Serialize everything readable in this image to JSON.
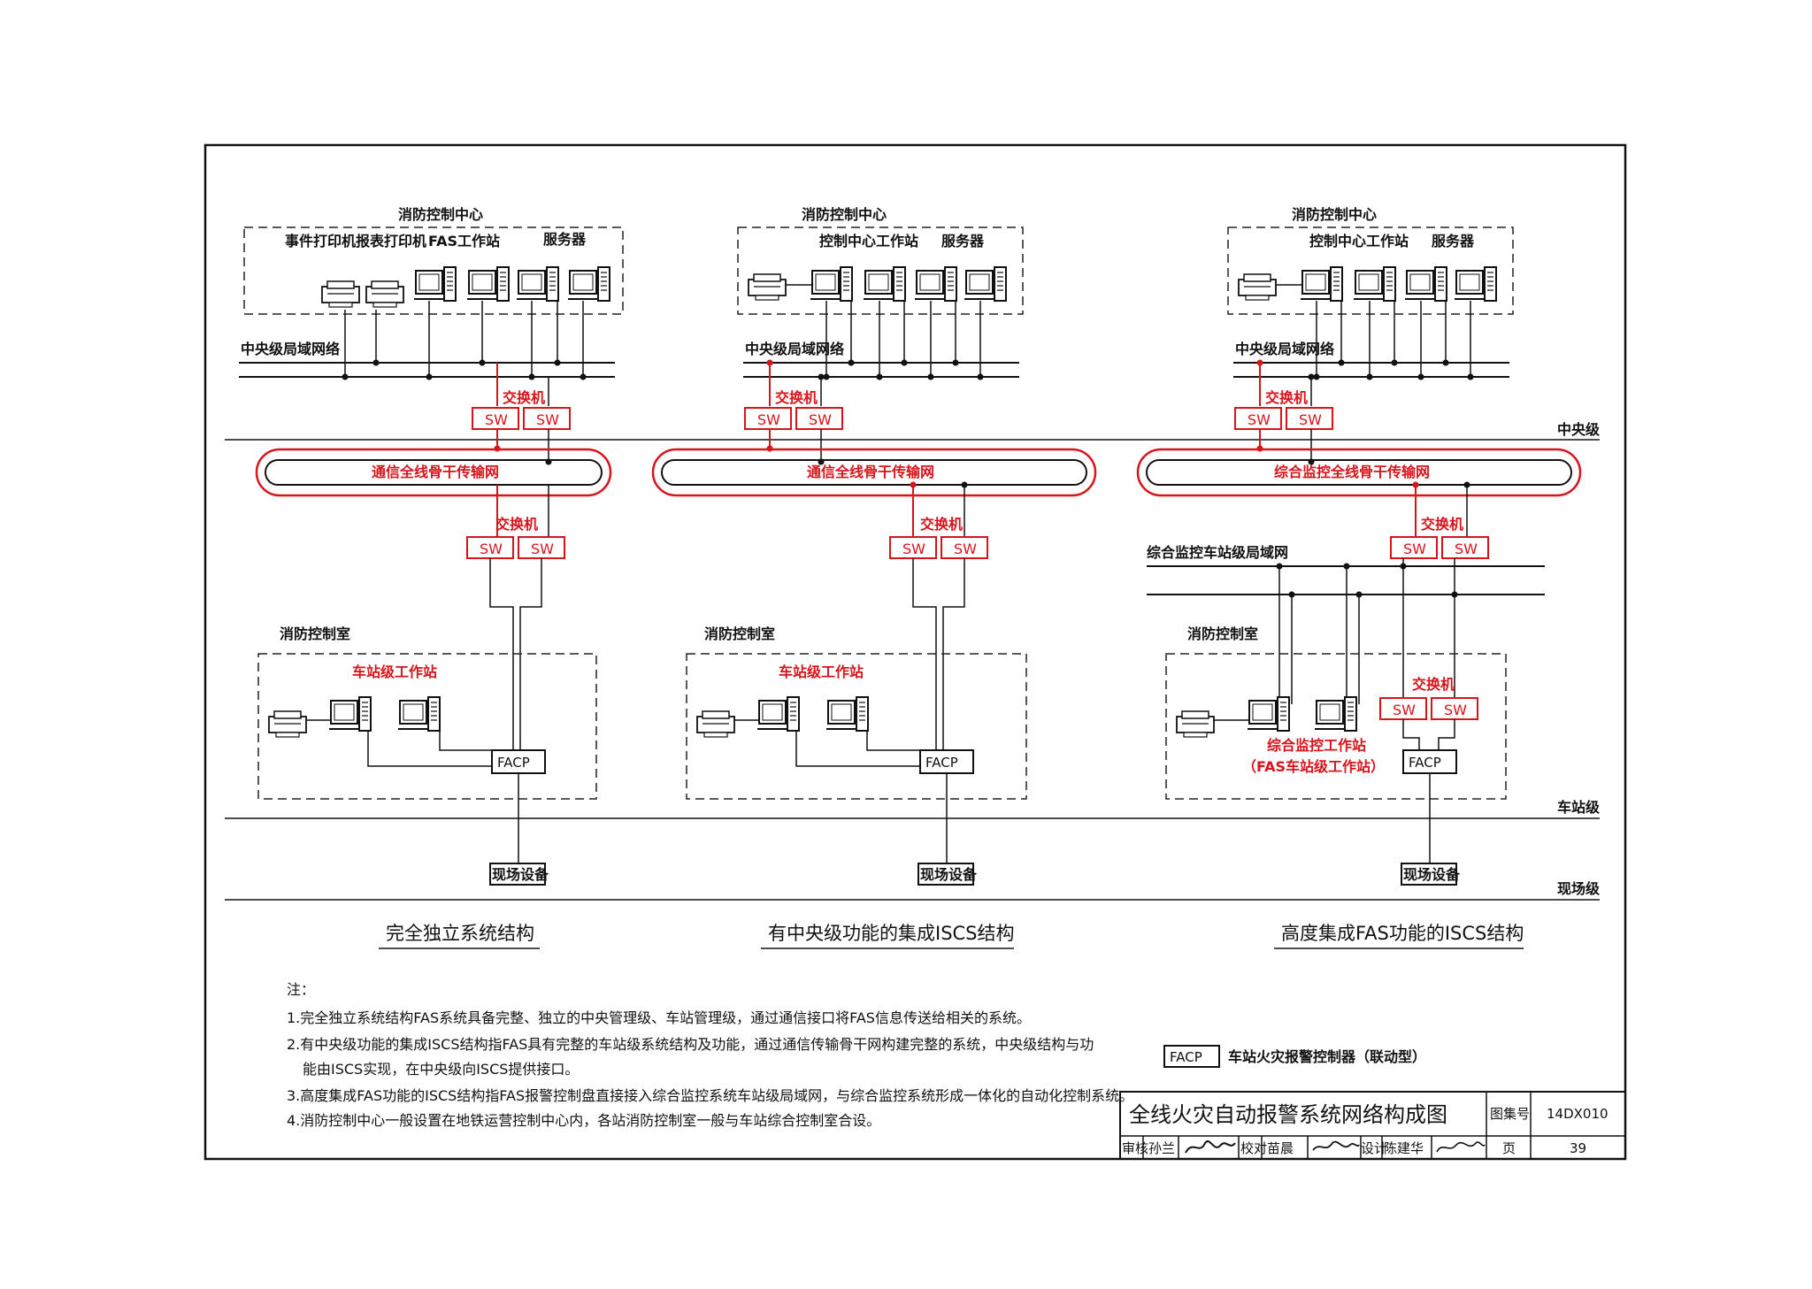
{
  "sheet_title": "全线火灾自动报警系统网络构成图",
  "levels": {
    "central": "中央级",
    "station": "车站级",
    "field": "现场级"
  },
  "panels": [
    {
      "center_label": "消防控制中心",
      "device_labels": [
        "事件打印机",
        "报表打印机",
        "FAS工作站",
        "服务器"
      ],
      "lan_label": "中央级局域网络",
      "top_switch_label": "交换机",
      "sw1": "SW",
      "sw2": "SW",
      "ring_label": "通信全线骨干传输网",
      "bottom_switch_label": "交换机",
      "sw3": "SW",
      "sw4": "SW",
      "room_label": "消防控制室",
      "station_ws_label": "车站级工作站",
      "facp": "FACP",
      "field_device": "现场设备",
      "caption": "完全独立系统结构"
    },
    {
      "center_label": "消防控制中心",
      "device_labels": [
        "控制中心工作站",
        "服务器"
      ],
      "lan_label": "中央级局域网络",
      "top_switch_label": "交换机",
      "sw1": "SW",
      "sw2": "SW",
      "ring_label": "通信全线骨干传输网",
      "bottom_switch_label": "交换机",
      "sw3": "SW",
      "sw4": "SW",
      "room_label": "消防控制室",
      "station_ws_label": "车站级工作站",
      "facp": "FACP",
      "field_device": "现场设备",
      "caption": "有中央级功能的集成ISCS结构"
    },
    {
      "center_label": "消防控制中心",
      "device_labels": [
        "控制中心工作站",
        "服务器"
      ],
      "lan_label": "中央级局域网络",
      "top_switch_label": "交换机",
      "sw1": "SW",
      "sw2": "SW",
      "ring_label": "综合监控全线骨干传输网",
      "bottom_switch_label": "交换机",
      "sw3": "SW",
      "sw4": "SW",
      "station_lan_label": "综合监控车站级局域网",
      "room_label": "消防控制室",
      "room_switch_label": "交换机",
      "sw5": "SW",
      "sw6": "SW",
      "station_ws_label": "综合监控工作站",
      "station_ws_sub": "（FAS车站级工作站）",
      "facp": "FACP",
      "field_device": "现场设备",
      "caption": "高度集成FAS功能的ISCS结构"
    }
  ],
  "notes": {
    "heading": "注：",
    "lines": [
      "1.完全独立系统结构FAS系统具备完整、独立的中央管理级、车站管理级，通过通信接口将FAS信息传送给相关的系统。",
      "2.有中央级功能的集成ISCS结构指FAS具有完整的车站级系统结构及功能，通过通信传输骨干网构建完整的系统，中央级结构与功",
      "能由ISCS实现，在中央级向ISCS提供接口。",
      "3.高度集成FAS功能的ISCS结构指FAS报警控制盘直接接入综合监控系统车站级局域网，与综合监控系统形成一体化的自动化控制系统。",
      "4.消防控制中心一般设置在地铁运营控制中心内，各站消防控制室一般与车站综合控制室合设。"
    ]
  },
  "legend": {
    "symbol": "FACP",
    "text": "车站火灾报警控制器（联动型）"
  },
  "title_block": {
    "atlas_label": "图集号",
    "atlas_no": "14DX010",
    "review_label": "审核",
    "reviewer": "孙兰",
    "check_label": "校对",
    "checker": "苗晨",
    "design_label": "设计",
    "designer": "陈建华",
    "page_label": "页",
    "page_no": "39"
  },
  "colors": {
    "accent": "#d8141b",
    "ink": "#111111",
    "paper": "#ffffff"
  }
}
